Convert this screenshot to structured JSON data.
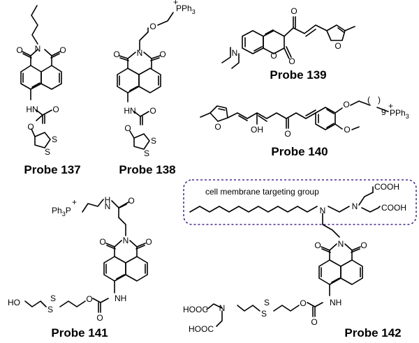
{
  "probes": [
    {
      "id": "137",
      "label": "Probe 137"
    },
    {
      "id": "138",
      "label": "Probe 138"
    },
    {
      "id": "139",
      "label": "Probe 139"
    },
    {
      "id": "140",
      "label": "Probe 140"
    },
    {
      "id": "141",
      "label": "Probe 141"
    },
    {
      "id": "142",
      "label": "Probe 142"
    }
  ],
  "annotation": "cell membrane targeting group",
  "atoms": {
    "N": "N",
    "O": "O",
    "S": "S",
    "H": "H",
    "NH": "NH",
    "HN": "HN",
    "HO": "HO",
    "OH": "OH",
    "PPh3": "PPh",
    "Ph3P": "Ph",
    "P": "P",
    "three": "3",
    "plus": "+",
    "COOH": "COOH",
    "HOOC": "HOOC",
    "nine": "9"
  }
}
